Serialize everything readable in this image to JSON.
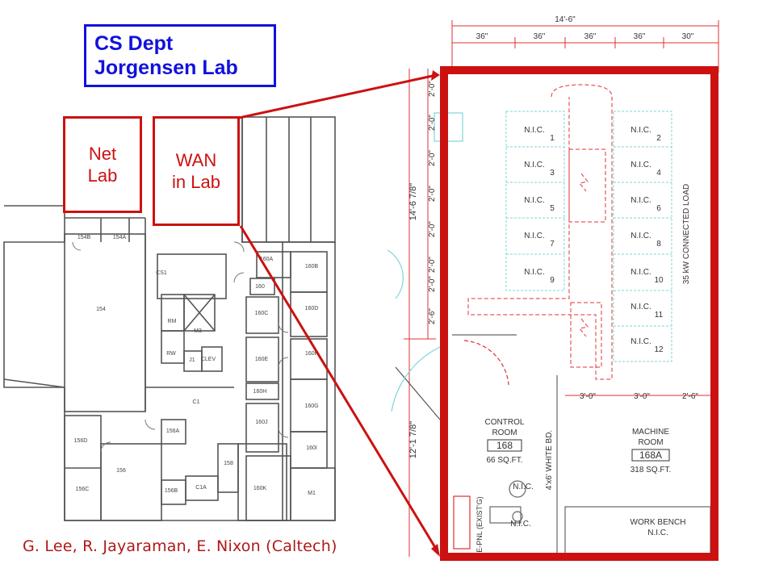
{
  "title": {
    "line1": "CS Dept",
    "line2": "Jorgensen Lab"
  },
  "net_lab": {
    "line1": "Net",
    "line2": "Lab"
  },
  "wan_lab": {
    "line1": "WAN",
    "line2": "in Lab"
  },
  "caption": "G. Lee, R. Jayaraman, E. Nixon (Caltech)",
  "colors": {
    "title_blue": "#1111dd",
    "highlight_red": "#cc1111",
    "plan_gray": "#666666",
    "dimension_red": "#e03030",
    "fixture_cyan": "#7ed6d6"
  },
  "floorplan": {
    "rooms": [
      "154B",
      "154A",
      "154",
      "RM",
      "M3",
      "RW",
      "J1",
      "CLEV",
      "C1",
      "156A",
      "156D",
      "156",
      "156C",
      "156B",
      "C1A",
      "158",
      "160A",
      "160B",
      "160",
      "160C",
      "160D",
      "160E",
      "160F",
      "160H",
      "160G",
      "160J",
      "160I",
      "160K",
      "M1",
      "CS1"
    ]
  },
  "detail": {
    "top_dim": "14'-6\"",
    "col_dims": [
      "36\"",
      "36\"",
      "36\"",
      "36\"",
      "30\""
    ],
    "left_dims": [
      "2'-0\"",
      "2'-0\"",
      "2'-0\"",
      "2'-0\"",
      "2'-0\"",
      "2'-0\"",
      "2'-0\"",
      "2'-6\""
    ],
    "height_upper": "14'-6 7/8\"",
    "height_lower": "12'-1 7/8\"",
    "nic_label": "N.I.C.",
    "left_rack_numbers": [
      "1",
      "3",
      "5",
      "7",
      "9"
    ],
    "right_rack_numbers": [
      "2",
      "4",
      "6",
      "8",
      "10",
      "11",
      "12"
    ],
    "mid_dims": [
      "3'-0\"",
      "3'-0\"",
      "2'-6\""
    ],
    "load_note": "35 kW CONNECTED LOAD",
    "control_room": {
      "name1": "CONTROL",
      "name2": "ROOM",
      "number": "168",
      "area": "66 SQ.FT."
    },
    "machine_room": {
      "name1": "MACHINE",
      "name2": "ROOM",
      "number": "168A",
      "area": "318 SQ.FT."
    },
    "whiteboard": "4'x6' WHITE BD.",
    "panel": "E-PNL (EXIST'G)",
    "workbench": {
      "line1": "WORK BENCH",
      "line2": "N.I.C."
    }
  }
}
